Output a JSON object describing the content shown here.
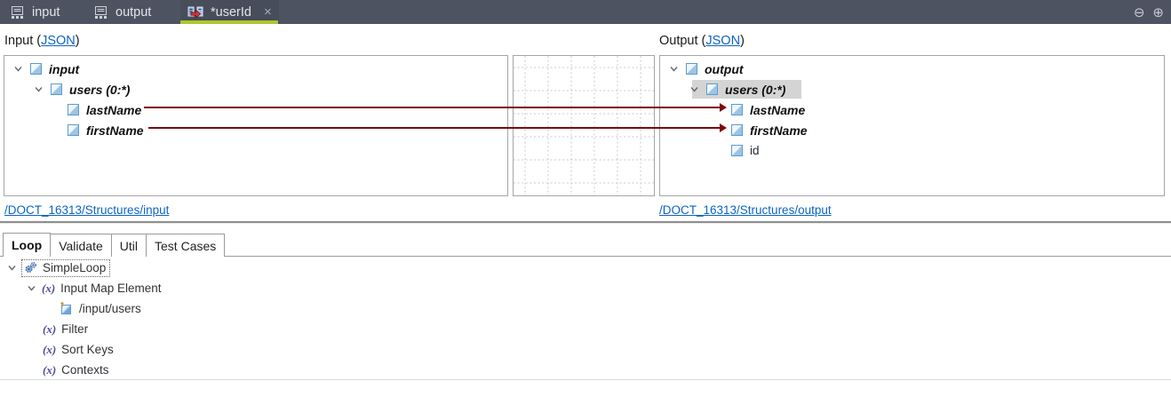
{
  "colors": {
    "topbar_bg": "#4d5360",
    "active_tab_underline": "#aec72c",
    "mapping_line": "#7d0a0a",
    "link_blue": "#0b63c5",
    "selection_bg": "#d4d4d4"
  },
  "topbar": {
    "tabs": [
      {
        "label": "input",
        "icon": "structure-icon"
      },
      {
        "label": "output",
        "icon": "structure-icon"
      },
      {
        "label": "*userId",
        "icon": "mapping-icon",
        "modified": true
      }
    ],
    "close_label": "×",
    "minimize_glyph": "⊖",
    "maximize_glyph": "⊕"
  },
  "panels": {
    "input": {
      "header_prefix": "Input (",
      "header_link": "JSON",
      "header_suffix": ")",
      "footer_link": "/DOCT_16313/Structures/input",
      "tree": [
        {
          "label": "input",
          "expanded": true
        },
        {
          "label": "users (0:*)",
          "expanded": true
        },
        {
          "label": "lastName",
          "mapped": true
        },
        {
          "label": "firstName",
          "mapped": true
        }
      ]
    },
    "output": {
      "header_prefix": "Output (",
      "header_link": "JSON",
      "header_suffix": ")",
      "footer_link": "/DOCT_16313/Structures/output",
      "tree": [
        {
          "label": "output",
          "expanded": true
        },
        {
          "label": "users (0:*)",
          "expanded": true,
          "selected": true
        },
        {
          "label": "lastName",
          "mapped": true
        },
        {
          "label": "firstName",
          "mapped": true
        },
        {
          "label": "id"
        }
      ]
    }
  },
  "mappings": [
    {
      "from": "lastName",
      "to": "lastName"
    },
    {
      "from": "firstName",
      "to": "firstName"
    }
  ],
  "bottom": {
    "tabs": [
      {
        "label": "Loop",
        "active": true
      },
      {
        "label": "Validate"
      },
      {
        "label": "Util"
      },
      {
        "label": "Test Cases"
      }
    ],
    "fx_glyph": "(x)",
    "tree": [
      {
        "label": "SimpleLoop",
        "icon": "gears-icon"
      },
      {
        "label": "Input Map Element",
        "icon": "fx-icon"
      },
      {
        "label": "/input/users",
        "icon": "element-ref-icon"
      },
      {
        "label": "Filter",
        "icon": "fx-icon"
      },
      {
        "label": "Sort Keys",
        "icon": "fx-icon"
      },
      {
        "label": "Contexts",
        "icon": "fx-icon"
      }
    ]
  }
}
